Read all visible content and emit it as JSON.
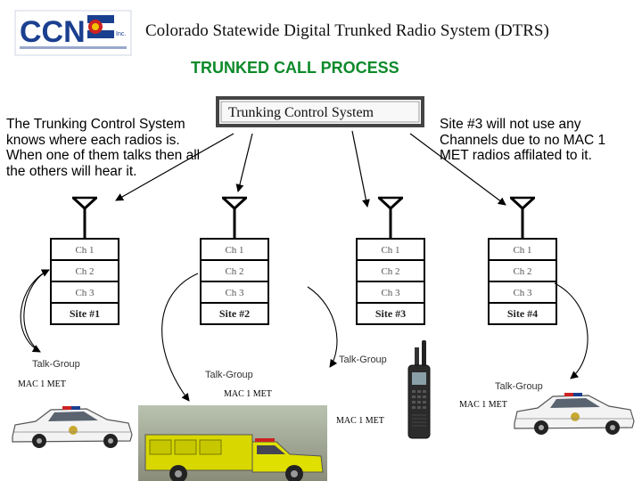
{
  "header": {
    "logo_text": "CCN",
    "logo_suffix": "Inc.",
    "org_title": "Colorado Statewide Digital Trunked Radio System (DTRS)",
    "subtitle": "TRUNKED CALL PROCESS"
  },
  "colors": {
    "subtitle": "#0c8a2a",
    "logo_blue": "#1a3f8f",
    "logo_red": "#cc2222",
    "logo_yellow": "#f2c200"
  },
  "notes": {
    "left": "The Trunking Control System\nknows where each radios is.\nWhen one of them talks then all\nthe others will hear it.",
    "right": "Site #3 will not use any\nChannels due to no MAC 1\nMET radios affilated to it."
  },
  "control_system": {
    "label": "Trunking Control System"
  },
  "sites": [
    {
      "label": "Site #1",
      "channels": [
        "Ch 1",
        "Ch 2",
        "Ch 3"
      ]
    },
    {
      "label": "Site #2",
      "channels": [
        "Ch 1",
        "Ch 2",
        "Ch 3"
      ]
    },
    {
      "label": "Site #3",
      "channels": [
        "Ch 1",
        "Ch 2",
        "Ch 3"
      ]
    },
    {
      "label": "Site #4",
      "channels": [
        "Ch 1",
        "Ch 2",
        "Ch 3"
      ]
    }
  ],
  "radios": [
    {
      "talk_group": "Talk-Group",
      "group": "MAC 1 MET",
      "icon": "police-car-icon"
    },
    {
      "talk_group": "Talk-Group",
      "group": "MAC 1 MET",
      "icon": "fire-truck-icon"
    },
    {
      "talk_group": "Talk-Group",
      "group": "MAC 1 MET",
      "icon": "handheld-radio-icon"
    },
    {
      "talk_group": "Talk-Group",
      "group": "MAC 1 MET",
      "icon": "police-car-icon"
    }
  ]
}
